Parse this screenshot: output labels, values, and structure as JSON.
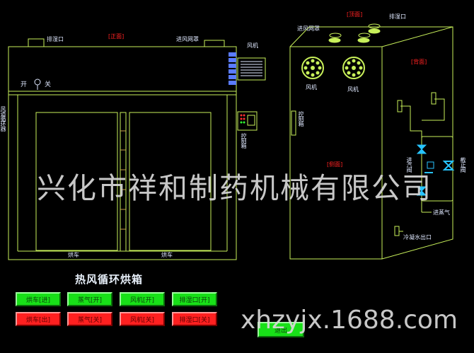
{
  "watermark": {
    "company": "兴化市祥和制药机械有限公司",
    "site": "xhzyjx.1688.com"
  },
  "front": {
    "exhaust_label": "排湿口",
    "face_label": "[正面]",
    "intake_label": "进风网罩",
    "fan_label": "风机",
    "on_label": "开",
    "off_label": "关",
    "duct_label": "风道循环器",
    "control_label": "控制箱",
    "cart1_label": "烘车",
    "cart2_label": "烘车"
  },
  "side": {
    "top_label": "[顶面]",
    "exhaust_label": "排湿口",
    "intake_label": "进风网罩",
    "back_label": "[背面]",
    "fan1_label": "风机",
    "fan2_label": "风机",
    "control_label": "控制箱",
    "side_face_label": "[侧面]",
    "steam_in_label": "进汽阀",
    "stop_label": "截止阀",
    "steam_label": "进蒸气",
    "drain_label": "冷凝水出口"
  },
  "panel": {
    "title": "热风循环烘箱",
    "row_on": [
      "烘车[进]",
      "蒸气[开]",
      "风机[开]",
      "排湿口[开]"
    ],
    "row_off": [
      "烘车[出]",
      "蒸气[关]",
      "风机[关]",
      "排湿口[关]"
    ],
    "exit_label": "退出"
  },
  "colors": {
    "outline": "#c8f05a",
    "label": "#dfe8ff",
    "red_label": "#ff2222",
    "button_on": "#18e018",
    "button_off": "#ff2020"
  }
}
